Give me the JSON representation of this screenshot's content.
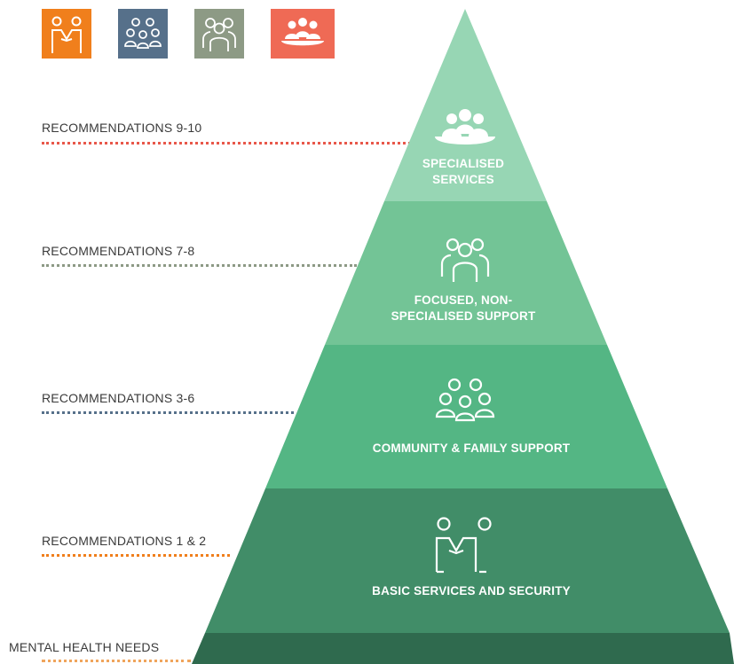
{
  "legend": [
    {
      "icon": "handshake-icon",
      "color": "#f07f1c"
    },
    {
      "icon": "group-family-icon",
      "color": "#56708a"
    },
    {
      "icon": "people-outline-icon",
      "color": "#8d9a85"
    },
    {
      "icon": "meeting-group-icon",
      "color": "#ef6a55"
    }
  ],
  "recommendations": [
    {
      "label": "RECOMMENDATIONS 9-10",
      "dot_color": "#e8574a"
    },
    {
      "label": "RECOMMENDATIONS 7-8",
      "dot_color": "#8d9a85"
    },
    {
      "label": "RECOMMENDATIONS 3-6",
      "dot_color": "#56708a"
    },
    {
      "label": "RECOMMENDATIONS 1 & 2",
      "dot_color": "#f07f1c"
    },
    {
      "label": "MENTAL HEALTH NEEDS",
      "dot_color": "#f0a55c"
    }
  ],
  "tiers": [
    {
      "line1": "SPECIALISED",
      "line2": "SERVICES",
      "icon": "meeting-group-icon",
      "color": "#97d6b4"
    },
    {
      "line1": "FOCUSED, NON-",
      "line2": "SPECIALISED SUPPORT",
      "icon": "people-outline-icon",
      "color": "#73c496"
    },
    {
      "line1": "COMMUNITY & FAMILY SUPPORT",
      "line2": "",
      "icon": "group-family-icon",
      "color": "#54b684"
    },
    {
      "line1": "BASIC SERVICES AND SECURITY",
      "line2": "",
      "icon": "handshake-icon",
      "color": "#418d68"
    }
  ],
  "base_color": "#2f6a4e"
}
